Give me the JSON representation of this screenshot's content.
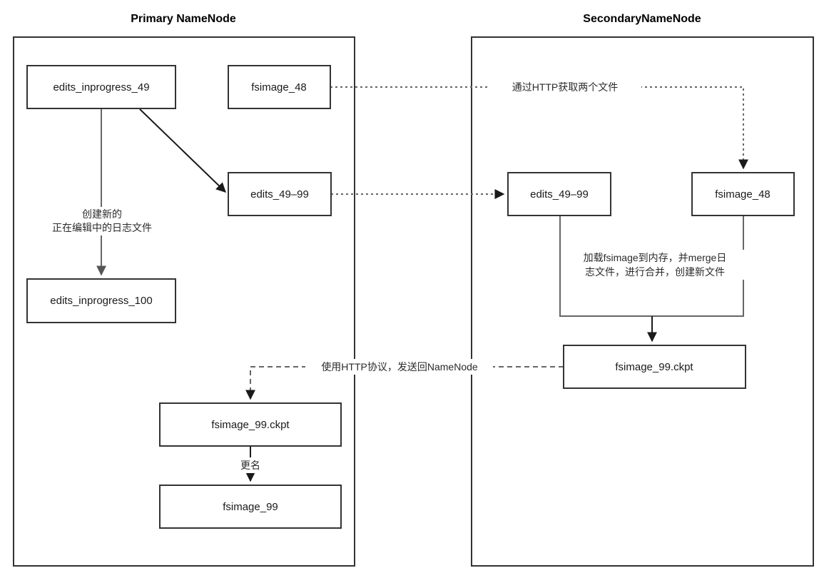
{
  "diagram": {
    "title_hidden": "",
    "panels": [
      {
        "id": "primary",
        "title": "Primary NameNode"
      },
      {
        "id": "secondary",
        "title": "SecondaryNameNode"
      }
    ],
    "nodes": {
      "primary_edits_inprogress_49": "edits_inprogress_49",
      "primary_fsimage_48": "fsimage_48",
      "primary_edits_49_99": "edits_49–99",
      "primary_edits_inprogress_100": "edits_inprogress_100",
      "primary_fsimage_99_ckpt": "fsimage_99.ckpt",
      "primary_fsimage_99": "fsimage_99",
      "secondary_edits_49_99": "edits_49–99",
      "secondary_fsimage_48": "fsimage_48",
      "secondary_fsimage_99_ckpt": "fsimage_99.ckpt"
    },
    "edge_labels": {
      "create_new_log_line1": "创建新的",
      "create_new_log_line2": "正在编辑中的日志文件",
      "fetch_two_files": "通过HTTP获取两个文件",
      "merge_line1": "加载fsimage到内存，并merge日",
      "merge_line2": "志文件，进行合并，创建新文件",
      "send_back": "使用HTTP协议，发送回NameNode",
      "rename": "更名"
    },
    "colors": {
      "stroke": "#333333",
      "edge": "#666666",
      "text": "#1a1a1a",
      "background": "#ffffff"
    }
  }
}
